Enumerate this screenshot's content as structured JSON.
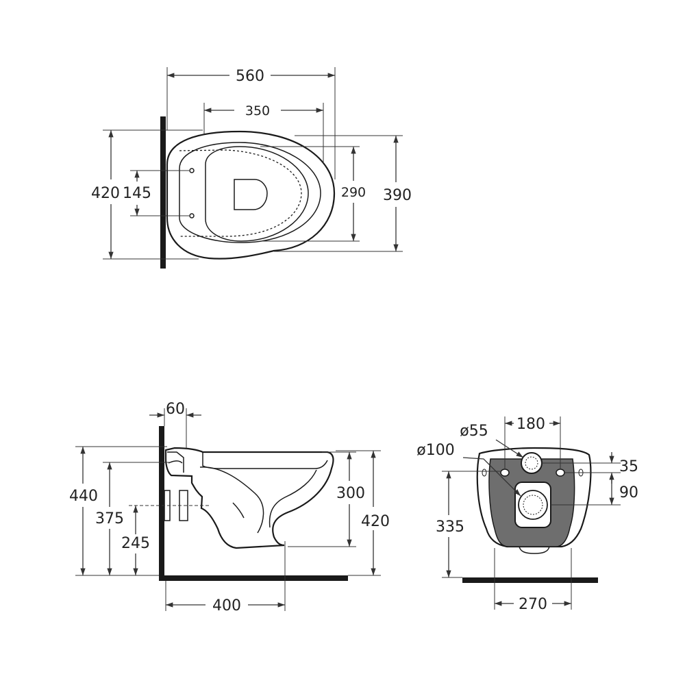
{
  "colors": {
    "line": "#1a1a1a",
    "rear_panel": "#6e6e6e",
    "background": "#ffffff"
  },
  "top_view": {
    "width_overall": "560",
    "width_inner": "350",
    "depth_overall": "420",
    "hole_spacing": "145",
    "inner_depth": "290",
    "bowl_depth": "390"
  },
  "side_view": {
    "wall_offset": "60",
    "height_overall": "440",
    "height_inlet": "375",
    "height_outlet": "245",
    "bowl_height": "300",
    "rim_height": "420",
    "projection": "400"
  },
  "rear_view": {
    "inlet_diameter": "ø55",
    "outlet_diameter": "ø100",
    "bolt_spacing": "180",
    "inlet_offset": "35",
    "outlet_offset": "90",
    "outlet_height": "335",
    "base_width": "270"
  }
}
